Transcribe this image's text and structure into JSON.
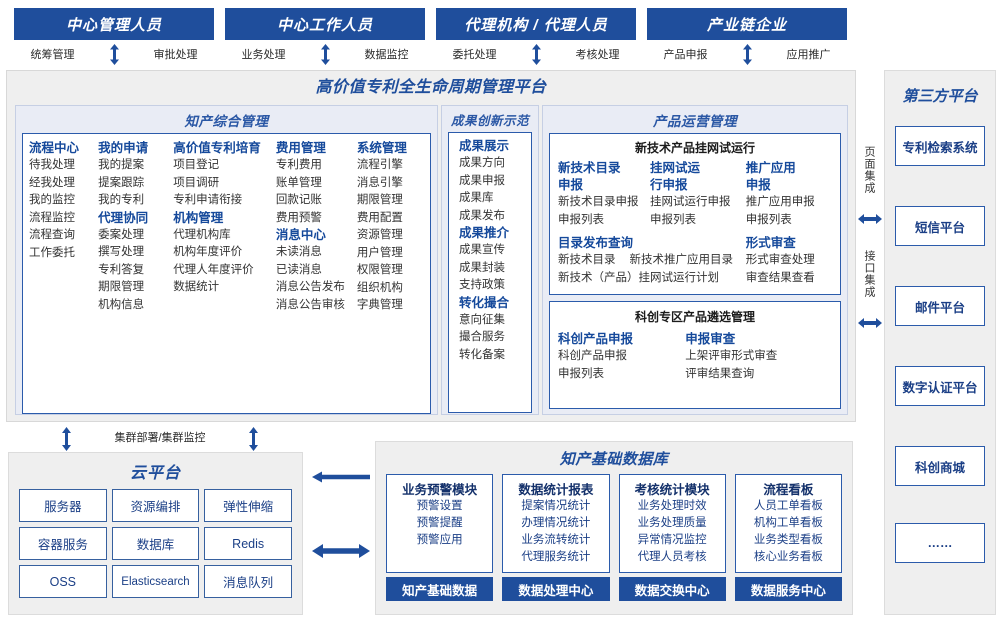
{
  "roles": [
    {
      "title": "中心管理人员",
      "left_label": "统筹管理",
      "right_label": "审批处理"
    },
    {
      "title": "中心工作人员",
      "left_label": "业务处理",
      "right_label": "数据监控"
    },
    {
      "title": "代理机构 / 代理人员",
      "left_label": "委托处理",
      "right_label": "考核处理"
    },
    {
      "title": "产业链企业",
      "left_label": "产品申报",
      "right_label": "应用推广"
    }
  ],
  "platform": {
    "title": "高价值专利全生命周期管理平台",
    "panels": {
      "ip_mgmt": {
        "title": "知产综合管理",
        "columns": [
          {
            "groups": [
              {
                "header": "流程中心",
                "items": [
                  "待我处理",
                  "经我处理",
                  "我的监控",
                  "流程监控",
                  "流程查询",
                  "工作委托"
                ]
              }
            ]
          },
          {
            "groups": [
              {
                "header": "我的申请",
                "items": [
                  "我的提案",
                  "提案跟踪",
                  "我的专利"
                ]
              },
              {
                "header": "代理协同",
                "items": [
                  "委案处理",
                  "撰写处理",
                  "专利答复",
                  "期限管理",
                  "机构信息"
                ]
              }
            ]
          },
          {
            "groups": [
              {
                "header": "高价值专利培育",
                "items": [
                  "项目登记",
                  "项目调研",
                  "专利申请衔接"
                ]
              },
              {
                "header": "机构管理",
                "items": [
                  "代理机构库",
                  "机构年度评价",
                  "代理人年度评价",
                  "数据统计"
                ]
              }
            ]
          },
          {
            "groups": [
              {
                "header": "费用管理",
                "items": [
                  "专利费用",
                  "账单管理",
                  "回款记账",
                  "费用预警"
                ]
              },
              {
                "header": "消息中心",
                "items": [
                  "未读消息",
                  "已读消息",
                  "消息公告发布",
                  "消息公告审核"
                ]
              }
            ]
          },
          {
            "groups": [
              {
                "header": "系统管理",
                "items": [
                  "流程引擎",
                  "消息引擎",
                  "期限管理",
                  "费用配置",
                  "资源管理",
                  "用户管理",
                  "权限管理",
                  "组织机构",
                  "字典管理"
                ]
              }
            ]
          }
        ]
      },
      "achievement": {
        "title": "成果创新示范",
        "groups": [
          {
            "header": "成果展示",
            "items": [
              "成果方向",
              "成果申报",
              "成果库",
              "成果发布"
            ]
          },
          {
            "header": "成果推介",
            "items": [
              "成果宣传",
              "成果封装",
              "支持政策"
            ]
          },
          {
            "header": "转化撮合",
            "items": [
              "意向征集",
              "撮合服务",
              "转化备案"
            ]
          }
        ]
      },
      "product_ops": {
        "title": "产品运营管理",
        "box1": {
          "title": "新技术产品挂网试运行",
          "row1": [
            {
              "header": "新技术目录申报",
              "items": [
                "新技术目录申报",
                "申报列表"
              ]
            },
            {
              "header": "挂网试运行申报",
              "items": [
                "挂网试运行申报",
                "申报列表"
              ]
            },
            {
              "header": "推广应用申报",
              "items": [
                "推广应用申报",
                "申报列表"
              ]
            }
          ],
          "row2_left_header": "目录发布查询",
          "row2_left_items": [
            "新技术目录",
            "新技术推广应用目录",
            "新技术（产品）挂网试运行计划"
          ],
          "row2_right_header": "形式审查",
          "row2_right_items": [
            "形式审查处理",
            "审查结果查看"
          ]
        },
        "box2": {
          "title": "科创专区产品遴选管理",
          "cols": [
            {
              "header": "科创产品申报",
              "items": [
                "科创产品申报",
                "申报列表"
              ]
            },
            {
              "header": "申报审查",
              "items": [
                "上架评审形式审查",
                "评审结果查询"
              ]
            }
          ]
        }
      }
    }
  },
  "integration": {
    "page_integration": "页面集成",
    "api_integration": "接口集成"
  },
  "third_party": {
    "title": "第三方平台",
    "cards": [
      "专利检索系统",
      "短信平台",
      "邮件平台",
      "数字认证平台",
      "科创商城",
      "……"
    ]
  },
  "cluster_label": "集群部署/集群监控",
  "cloud": {
    "title": "云平台",
    "cells": [
      "服务器",
      "资源编排",
      "弹性伸缩",
      "容器服务",
      "数据库",
      "Redis",
      "OSS",
      "Elasticsearch",
      "消息队列"
    ]
  },
  "database": {
    "title": "知产基础数据库",
    "columns": [
      {
        "header": "业务预警模块",
        "items": [
          "预警设置",
          "预警提醒",
          "预警应用"
        ],
        "footer": "知产基础数据"
      },
      {
        "header": "数据统计报表",
        "items": [
          "提案情况统计",
          "办理情况统计",
          "业务流转统计",
          "代理服务统计"
        ],
        "footer": "数据处理中心"
      },
      {
        "header": "考核统计模块",
        "items": [
          "业务处理时效",
          "业务处理质量",
          "异常情况监控",
          "代理人员考核"
        ],
        "footer": "数据交换中心"
      },
      {
        "header": "流程看板",
        "items": [
          "人员工单看板",
          "机构工单看板",
          "业务类型看板",
          "核心业务看板"
        ],
        "footer": "数据服务中心"
      }
    ]
  },
  "colors": {
    "brand_blue": "#1F4E9C",
    "header_text": "#15499B",
    "panel_bg": "#E9ECF5",
    "frame_bg": "#EFEFEF",
    "box_border": "#2B5BAB"
  }
}
